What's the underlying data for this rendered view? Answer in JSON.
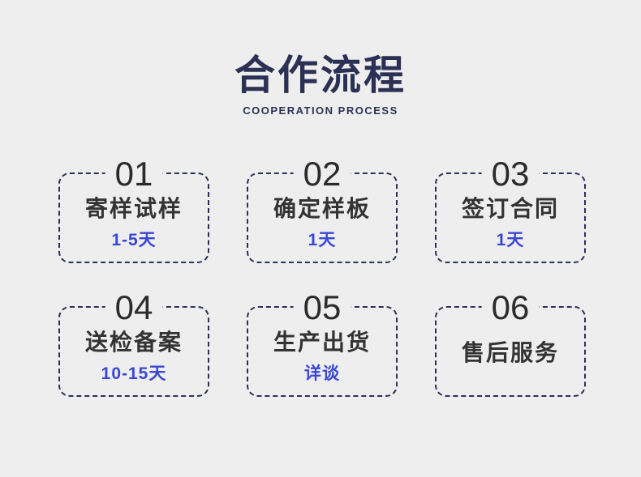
{
  "header": {
    "title": "合作流程",
    "subtitle": "COOPERATION PROCESS"
  },
  "steps": [
    {
      "number": "01",
      "name": "寄样试样",
      "duration": "1-5天"
    },
    {
      "number": "02",
      "name": "确定样板",
      "duration": "1天"
    },
    {
      "number": "03",
      "name": "签订合同",
      "duration": "1天"
    },
    {
      "number": "04",
      "name": "送检备案",
      "duration": "10-15天"
    },
    {
      "number": "05",
      "name": "生产出货",
      "duration": "详谈"
    },
    {
      "number": "06",
      "name": "售后服务",
      "duration": ""
    }
  ],
  "colors": {
    "background": "#eeeeee",
    "navy_accent": "#2b3154",
    "step_number": "#2b2b2b",
    "step_name": "#333333",
    "duration_blue": "#3947d5"
  }
}
